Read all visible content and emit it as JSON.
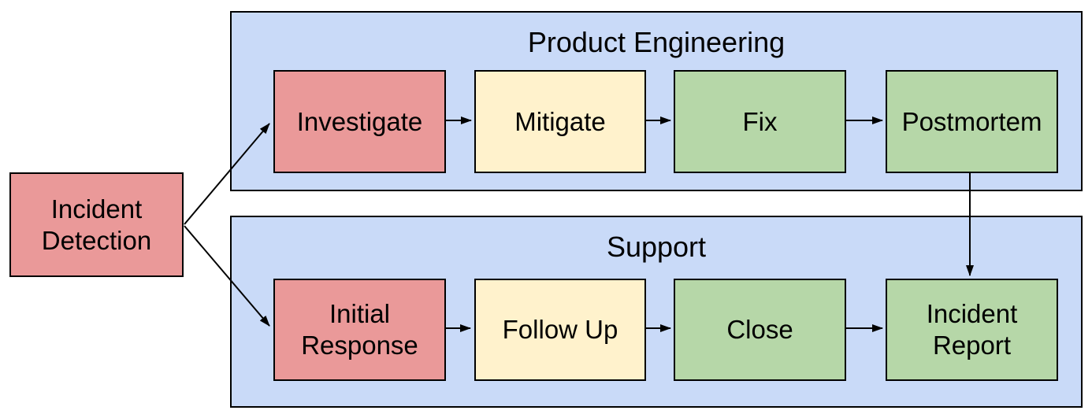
{
  "colors": {
    "background": "#FFFFFF",
    "container_fill": "#C9DAF8",
    "node_red": "#EA9999",
    "node_yellow": "#FFF2CC",
    "node_green": "#B6D7A8",
    "border": "#000000",
    "text": "#000000",
    "arrow": "#000000"
  },
  "start_node": {
    "label": "Incident Detection",
    "color": "red"
  },
  "lanes": [
    {
      "title": "Product Engineering",
      "nodes": [
        {
          "label": "Investigate",
          "color": "red"
        },
        {
          "label": "Mitigate",
          "color": "yellow"
        },
        {
          "label": "Fix",
          "color": "green"
        },
        {
          "label": "Postmortem",
          "color": "green"
        }
      ]
    },
    {
      "title": "Support",
      "nodes": [
        {
          "label": "Initial Response",
          "color": "red"
        },
        {
          "label": "Follow Up",
          "color": "yellow"
        },
        {
          "label": "Close",
          "color": "green"
        },
        {
          "label": "Incident Report",
          "color": "green"
        }
      ]
    }
  ],
  "edges": [
    {
      "from": "Incident Detection",
      "to": "Investigate"
    },
    {
      "from": "Incident Detection",
      "to": "Initial Response"
    },
    {
      "from": "Investigate",
      "to": "Mitigate"
    },
    {
      "from": "Mitigate",
      "to": "Fix"
    },
    {
      "from": "Fix",
      "to": "Postmortem"
    },
    {
      "from": "Postmortem",
      "to": "Incident Report"
    },
    {
      "from": "Initial Response",
      "to": "Follow Up"
    },
    {
      "from": "Follow Up",
      "to": "Close"
    },
    {
      "from": "Close",
      "to": "Incident Report"
    }
  ]
}
